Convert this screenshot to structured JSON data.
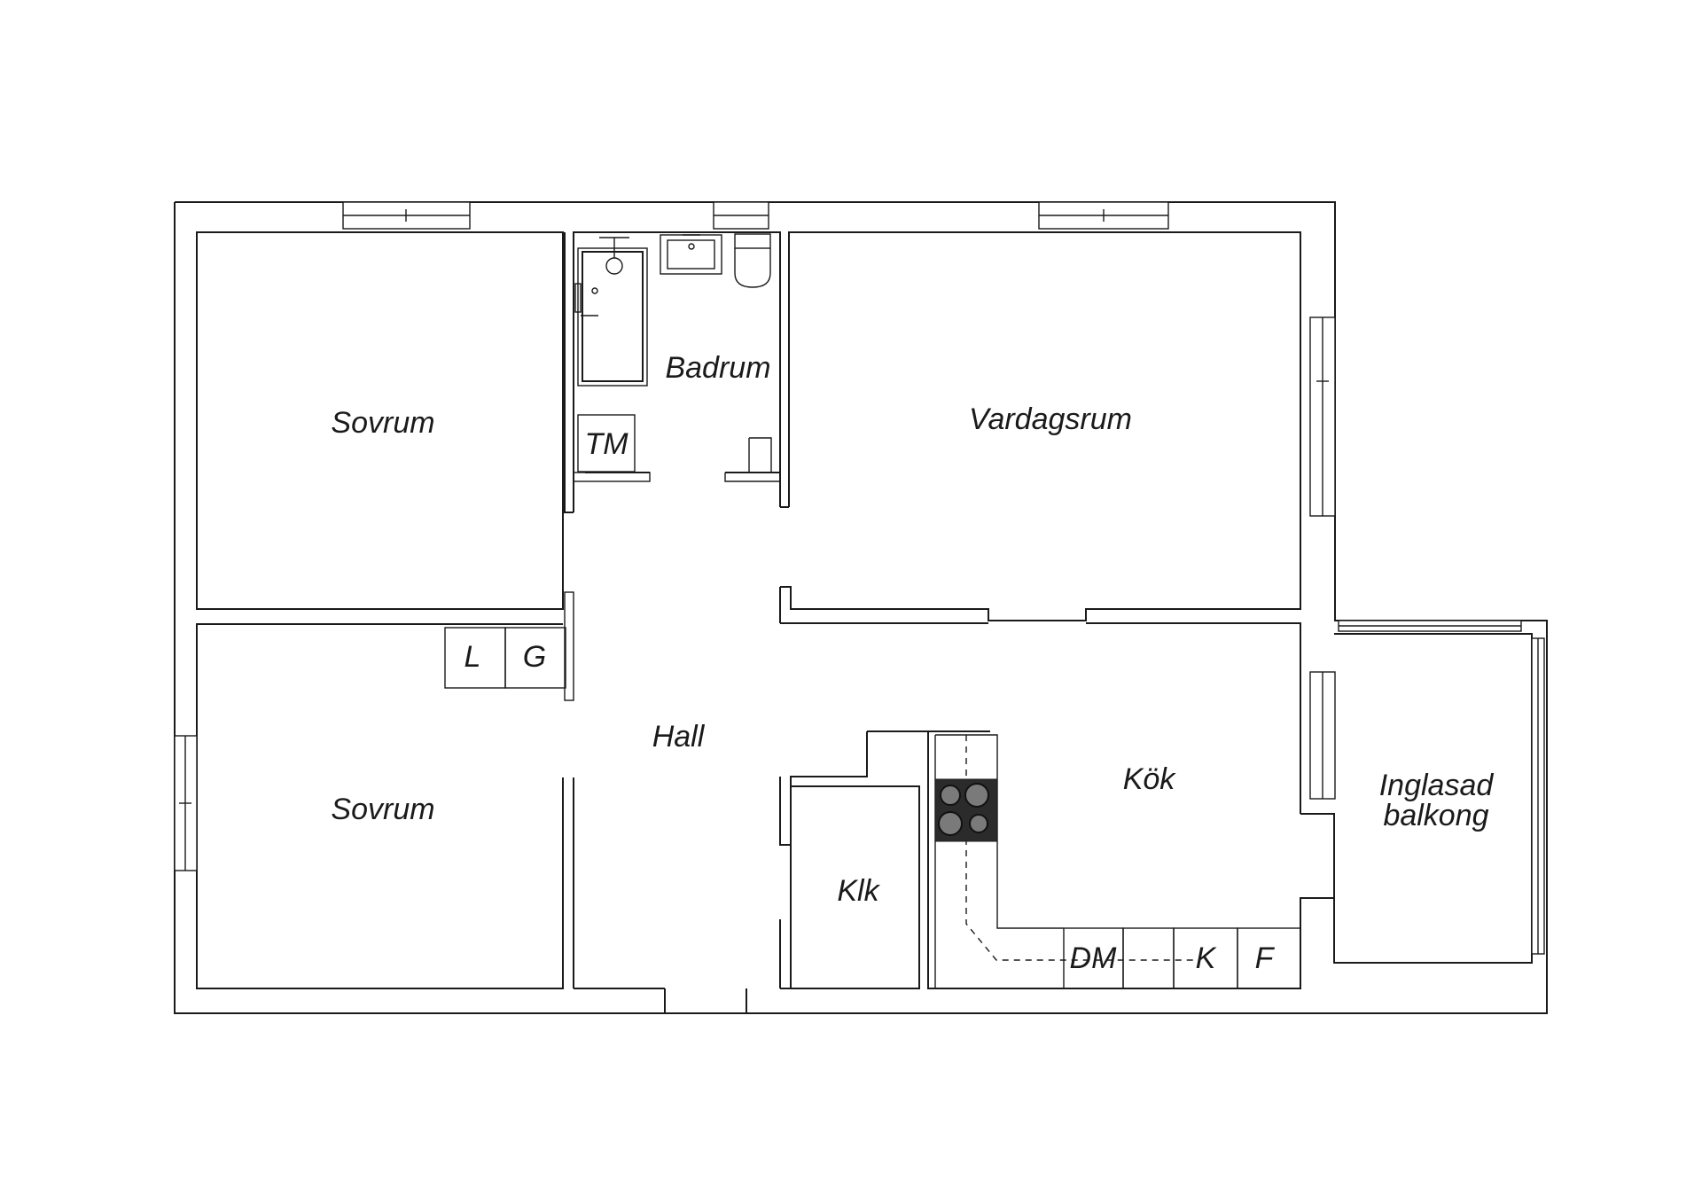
{
  "rooms": {
    "bedroom_top": "Sovrum",
    "bedroom_bottom": "Sovrum",
    "bathroom": "Badrum",
    "living_room": "Vardagsrum",
    "hall": "Hall",
    "kitchen": "Kök",
    "closet": "Klk",
    "balcony_line1": "Inglasad",
    "balcony_line2": "balkong"
  },
  "fixtures": {
    "washing_machine": "TM",
    "linen_closet": "L",
    "wardrobe": "G",
    "dishwasher": "DM",
    "fridge": "K",
    "freezer": "F"
  }
}
